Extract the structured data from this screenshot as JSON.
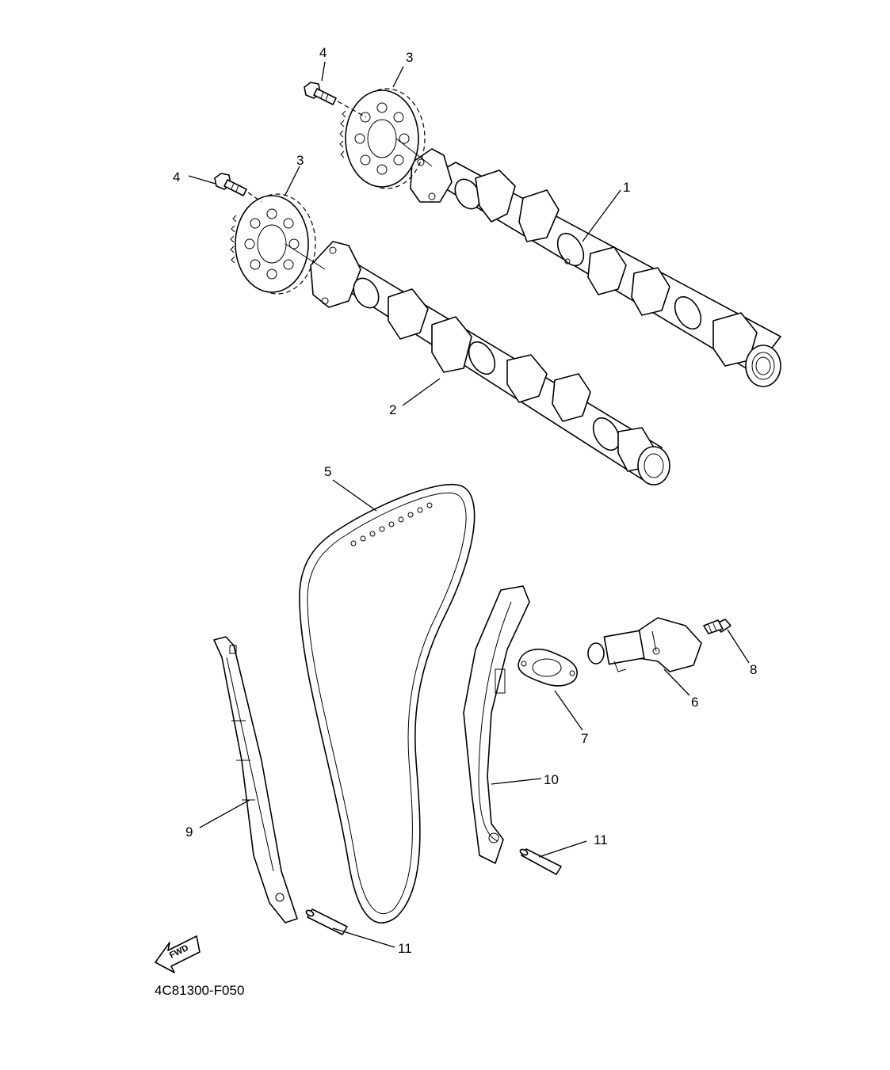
{
  "diagram": {
    "callouts": {
      "camshaft_exhaust": "1",
      "camshaft_intake": "2",
      "sprocket_upper": "3",
      "sprocket_lower": "3",
      "bolt_upper": "4",
      "bolt_lower": "4",
      "timing_chain": "5",
      "tensioner": "6",
      "gasket": "7",
      "tensioner_bolt": "8",
      "guide_exhaust": "9",
      "guide_intake": "10",
      "pin_right": "11",
      "pin_bottom": "11"
    },
    "fwd_label": "FWD",
    "figure_code": "4C81300-F050"
  }
}
